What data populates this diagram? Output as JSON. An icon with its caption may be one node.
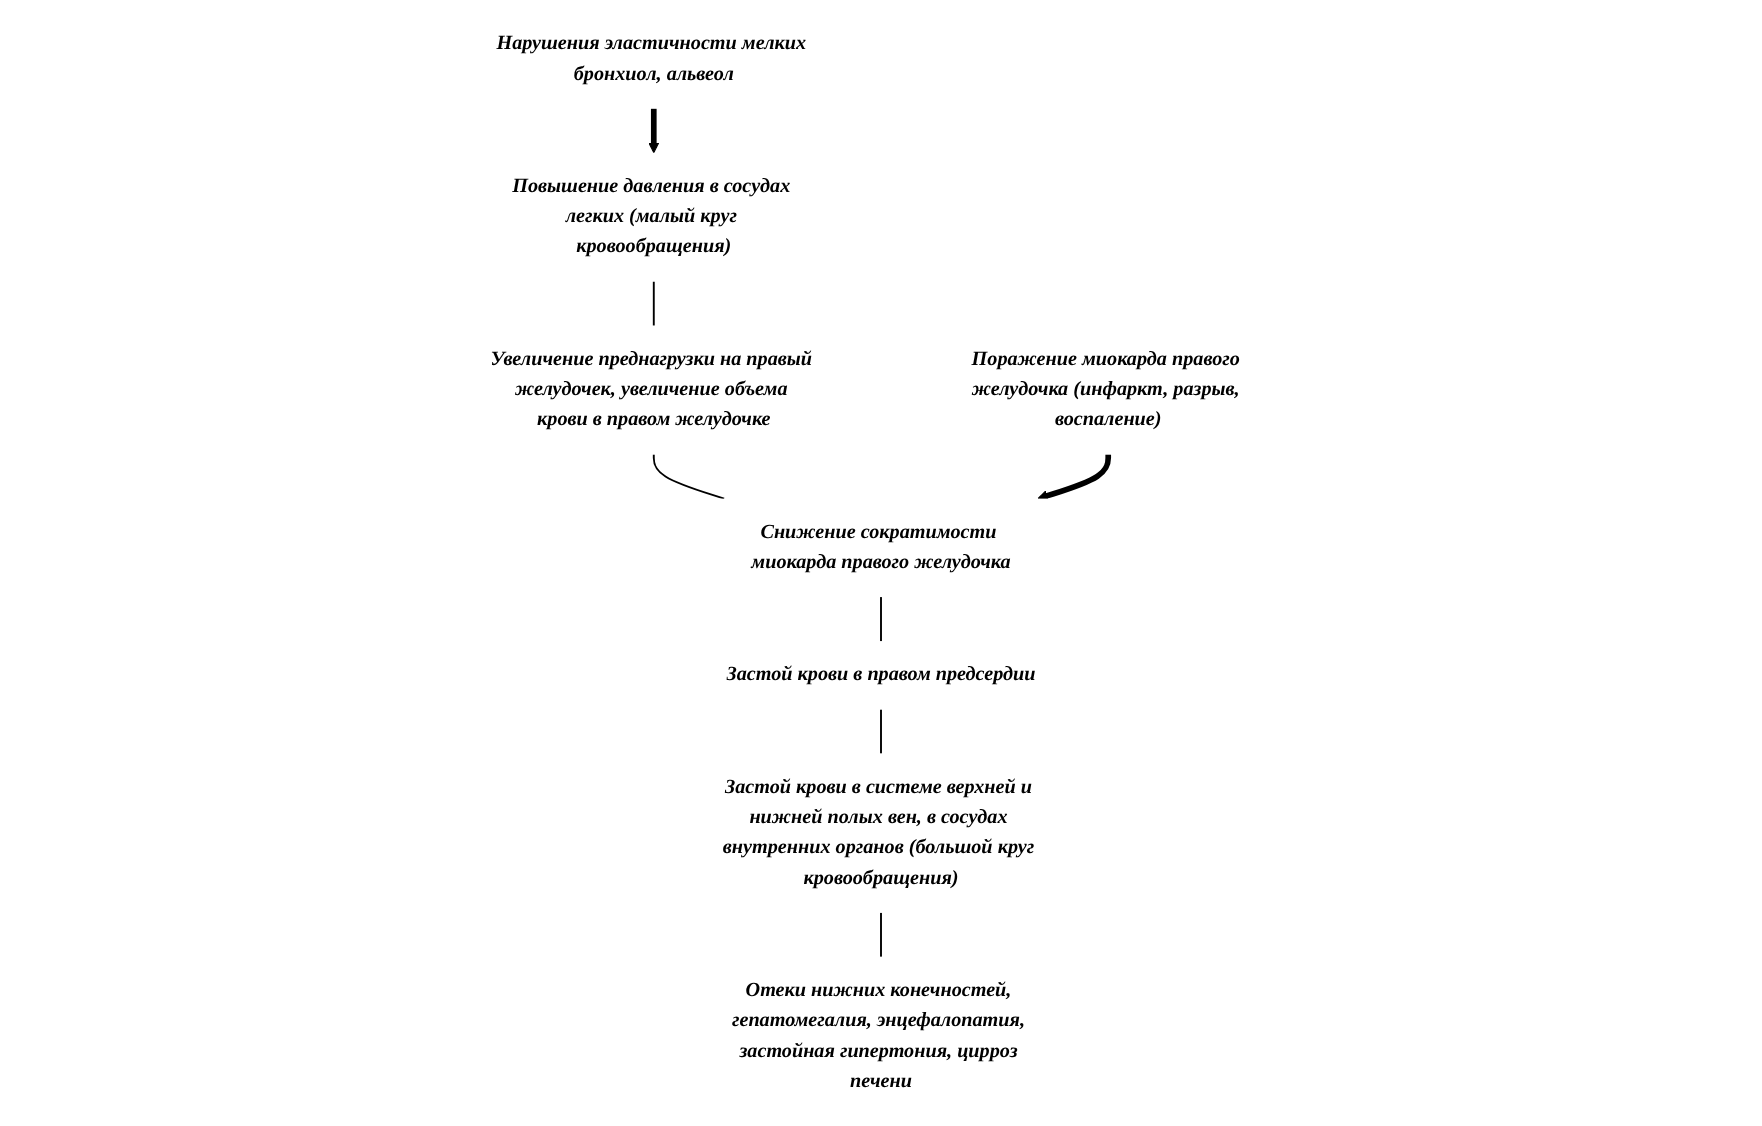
{
  "diagram": {
    "nodes": [
      {
        "text": [
          "Нарушения эластичности мелких бронхиол, альвеол"
        ]
      },
      {
        "text": [
          "Повышение давления в сосудах легких (малый круг кровообращения)"
        ]
      },
      {
        "text": [
          "Увеличение преднагрузки на правый желудочек, увеличение объема крови в правом желудочке"
        ]
      },
      {
        "text": [
          "Снижение сократимости миокарда правого желудочка"
        ]
      },
      {
        "text": [
          "Застой крови в правом предсердии"
        ]
      },
      {
        "text": [
          "Застой крови в системе верхней и нижней полых вен, в сосудах внутренних органов (большой круг кровообращения)"
        ]
      },
      {
        "text": [
          "Отеки нижних конечностей, гепатомегалия, энцефалопатия, застойная гипертония, цирроз печени"
        ]
      },
      {
        "text": [
          "Поражение миокарда правого желудочка (инфаркт, разрыв, воспаление)"
        ]
      }
    ],
    "edges": [
      {
        "from": 0,
        "to": 1,
        "arrow": "to",
        "style": "thick"
      },
      {
        "from": 1,
        "to": 2,
        "arrow": "none"
      },
      {
        "from": 2,
        "to": 3,
        "arrow": "none"
      },
      {
        "from": 3,
        "to": 4,
        "arrow": "none"
      },
      {
        "from": 4,
        "to": 5,
        "arrow": "none"
      },
      {
        "from": 5,
        "to": 6,
        "arrow": "none"
      },
      {
        "from": 7,
        "to": 3,
        "arrow": "to",
        "style": "thick"
      }
    ]
  }
}
